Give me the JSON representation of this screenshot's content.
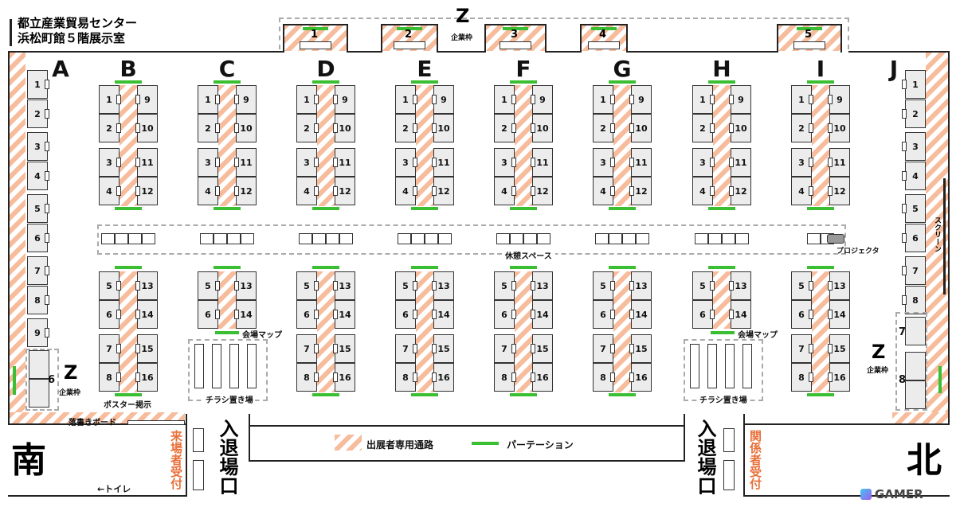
{
  "header": {
    "line1": "都立産業貿易センター",
    "line2": "浜松町館５階展示室"
  },
  "top": {
    "z_letter": "Z",
    "z_sub": "企業枠",
    "booths": [
      "1",
      "2",
      "3",
      "4",
      "5"
    ]
  },
  "rows": [
    "B",
    "C",
    "D",
    "E",
    "F",
    "G",
    "H",
    "I"
  ],
  "wall_rows": {
    "A": "A",
    "J": "J"
  },
  "upper_left": [
    "1",
    "2",
    "3",
    "4"
  ],
  "upper_right": [
    "9",
    "10",
    "11",
    "12"
  ],
  "lower_left": [
    "5",
    "6",
    "7",
    "8"
  ],
  "lower_right": [
    "13",
    "14",
    "15",
    "16"
  ],
  "a_booths": [
    "1",
    "2",
    "3",
    "4",
    "5",
    "6",
    "7",
    "8",
    "9"
  ],
  "j_booths": [
    "1",
    "2",
    "3",
    "4",
    "5",
    "6",
    "7",
    "8"
  ],
  "zone_left": {
    "letter": "Z",
    "sub": "企業枠",
    "number": "6"
  },
  "zone_right": {
    "letter": "Z",
    "sub": "企業枠",
    "numbers": [
      "7",
      "8"
    ]
  },
  "labels": {
    "rest": "休憩スペース",
    "projector": "プロジェクタ",
    "screen": "スクリーン",
    "venue_map": "会場マップ",
    "flyers": "チラシ置き場",
    "poster": "ポスター掲示",
    "graffiti": "落書きボード",
    "toilet": "←トイレ",
    "south": "南",
    "north": "北",
    "entrance": "入退場口",
    "visitor_reception": "来場者受付",
    "staff_reception": "関係者受付",
    "legend_hatch": "出展者専用通路",
    "legend_green": "パーテーション",
    "gamer": "GAMER"
  },
  "colors": {
    "hatch": "#f6bc9c",
    "partition": "#3bbf32",
    "reception": "#e8703a"
  }
}
